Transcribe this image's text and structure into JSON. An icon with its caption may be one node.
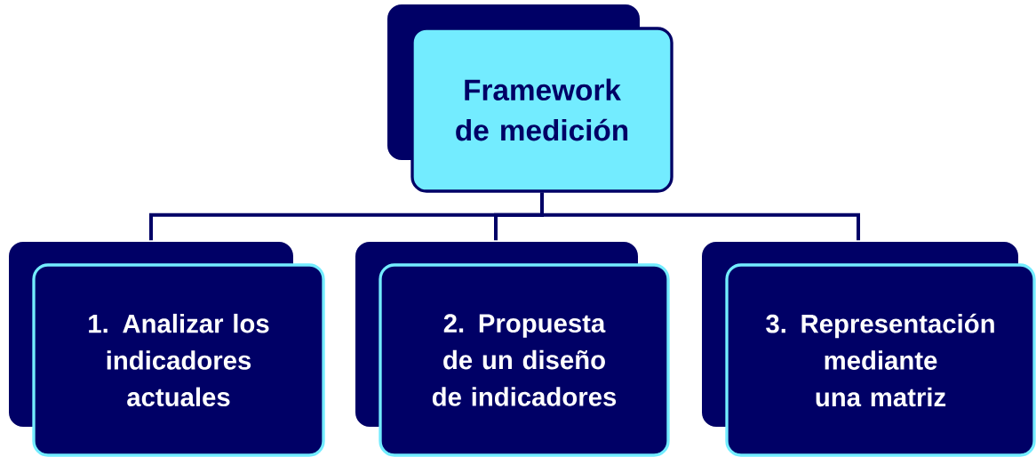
{
  "diagram": {
    "nodes": [
      {
        "text": [
          "Framework de medición"
        ]
      },
      {
        "text": [
          "1. Analizar los indicadores actuales"
        ]
      },
      {
        "text": [
          "2. Propuesta de un diseño de indicadores"
        ]
      },
      {
        "text": [
          "3. Representación mediante una matriz"
        ]
      }
    ],
    "edges": [
      {
        "from": 0,
        "to": 1,
        "arrow": "none"
      },
      {
        "from": 0,
        "to": 2,
        "arrow": "none"
      },
      {
        "from": 0,
        "to": 3,
        "arrow": "none"
      }
    ]
  }
}
